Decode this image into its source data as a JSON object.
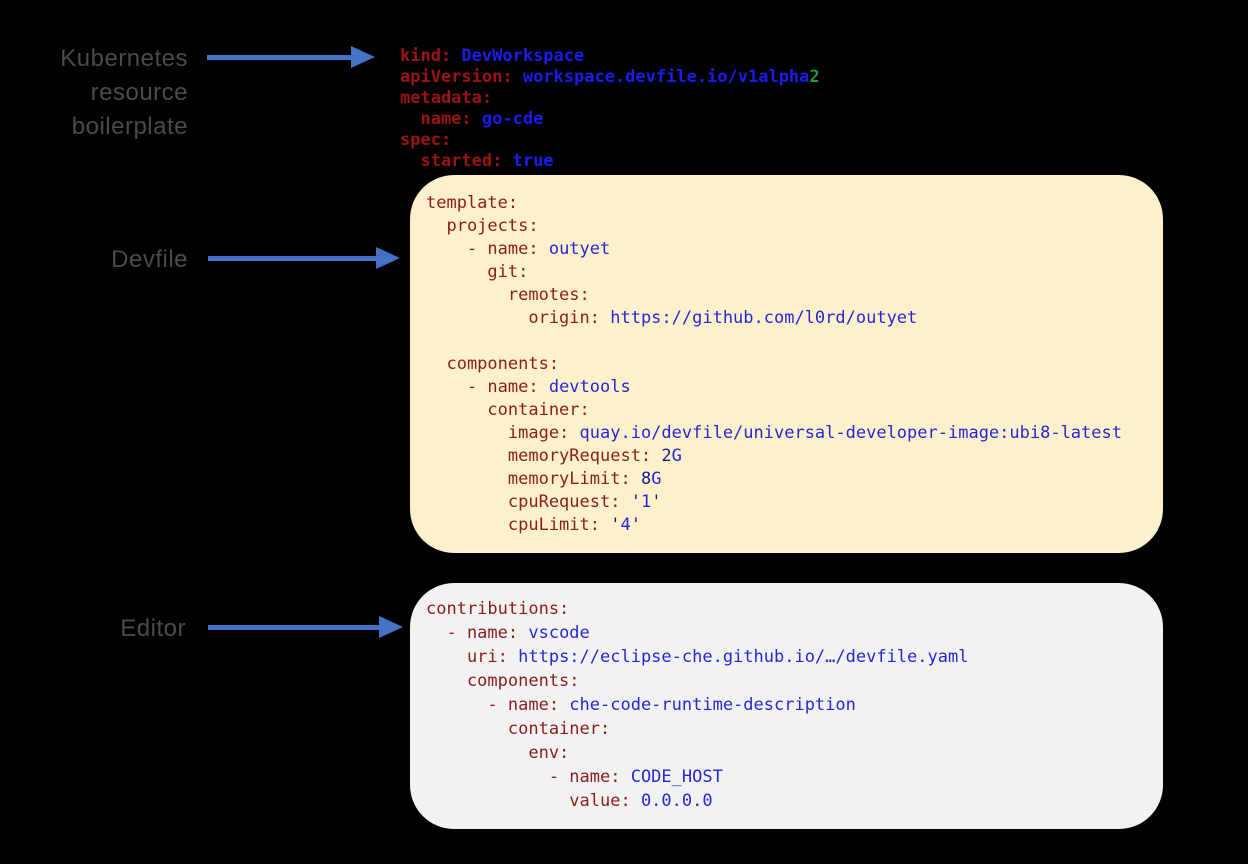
{
  "labels": {
    "boilerplate_lines": [
      "Kubernetes",
      "resource",
      "boilerplate"
    ],
    "devfile": "Devfile",
    "editor": "Editor"
  },
  "colors": {
    "background": "#000000",
    "label_gray": "#4a4b4f",
    "arrow_blue": "#4472c4",
    "devfile_box_bg": "#fdf1cb",
    "editor_box_bg": "#f2f2f2",
    "yaml_key_dark": "#9b1313",
    "yaml_value_dark": "#1b1bef",
    "yaml_key": "#8b1d1d",
    "yaml_value": "#2727d8",
    "yaml_number": "#191989",
    "yaml_version_green": "#149b44"
  },
  "code_blocks": {
    "k8s": {
      "lines": [
        [
          {
            "t": "kind: ",
            "c": "k"
          },
          {
            "t": "DevWorkspace",
            "c": "v"
          }
        ],
        [
          {
            "t": "apiVersion: ",
            "c": "k"
          },
          {
            "t": "workspace.devfile.io/v1alpha",
            "c": "v"
          },
          {
            "t": "2",
            "c": "g"
          }
        ],
        [
          {
            "t": "metadata:",
            "c": "k"
          }
        ],
        [
          {
            "t": "  name: ",
            "c": "k"
          },
          {
            "t": "go-cde",
            "c": "v"
          }
        ],
        [
          {
            "t": "spec:",
            "c": "k"
          }
        ],
        [
          {
            "t": "  started: ",
            "c": "k"
          },
          {
            "t": "true",
            "c": "v"
          }
        ]
      ]
    },
    "devfile": {
      "lines": [
        [
          {
            "t": "template:",
            "c": "k"
          }
        ],
        [
          {
            "t": "  projects:",
            "c": "k"
          }
        ],
        [
          {
            "t": "    - name: ",
            "c": "k"
          },
          {
            "t": "outyet",
            "c": "v"
          }
        ],
        [
          {
            "t": "      git:",
            "c": "k"
          }
        ],
        [
          {
            "t": "        remotes:",
            "c": "k"
          }
        ],
        [
          {
            "t": "          origin: ",
            "c": "k"
          },
          {
            "t": "https://github.com/l0rd/outyet",
            "c": "v"
          }
        ],
        [],
        [
          {
            "t": "  components:",
            "c": "k"
          }
        ],
        [
          {
            "t": "    - name: ",
            "c": "k"
          },
          {
            "t": "devtools",
            "c": "v"
          }
        ],
        [
          {
            "t": "      container:",
            "c": "k"
          }
        ],
        [
          {
            "t": "        image: ",
            "c": "k"
          },
          {
            "t": "quay.io/devfile/universal-developer-image:ubi8-latest",
            "c": "v"
          }
        ],
        [
          {
            "t": "        memoryRequest: ",
            "c": "k"
          },
          {
            "t": "2",
            "c": "n"
          },
          {
            "t": "G",
            "c": "v"
          }
        ],
        [
          {
            "t": "        memoryLimit: ",
            "c": "k"
          },
          {
            "t": "8",
            "c": "n"
          },
          {
            "t": "G",
            "c": "v"
          }
        ],
        [
          {
            "t": "        cpuRequest: ",
            "c": "k"
          },
          {
            "t": "'",
            "c": "n"
          },
          {
            "t": "1",
            "c": "v"
          },
          {
            "t": "'",
            "c": "n"
          }
        ],
        [
          {
            "t": "        cpuLimit: ",
            "c": "k"
          },
          {
            "t": "'",
            "c": "n"
          },
          {
            "t": "4",
            "c": "v"
          },
          {
            "t": "'",
            "c": "n"
          }
        ]
      ]
    },
    "editor": {
      "lines": [
        [
          {
            "t": "contributions:",
            "c": "k"
          }
        ],
        [
          {
            "t": "  - name: ",
            "c": "k"
          },
          {
            "t": "vscode",
            "c": "v"
          }
        ],
        [
          {
            "t": "    uri: ",
            "c": "k"
          },
          {
            "t": "https://eclipse-che.github.io/…/devfile.yaml",
            "c": "v"
          }
        ],
        [
          {
            "t": "    components:",
            "c": "k"
          }
        ],
        [
          {
            "t": "      - name: ",
            "c": "k"
          },
          {
            "t": "che-code-runtime-description",
            "c": "v"
          }
        ],
        [
          {
            "t": "        container:",
            "c": "k"
          }
        ],
        [
          {
            "t": "          env:",
            "c": "k"
          }
        ],
        [
          {
            "t": "            - name: ",
            "c": "k"
          },
          {
            "t": "CODE_HOST",
            "c": "v"
          }
        ],
        [
          {
            "t": "              value: ",
            "c": "k"
          },
          {
            "t": "0.0.0.0",
            "c": "v"
          }
        ]
      ]
    }
  }
}
